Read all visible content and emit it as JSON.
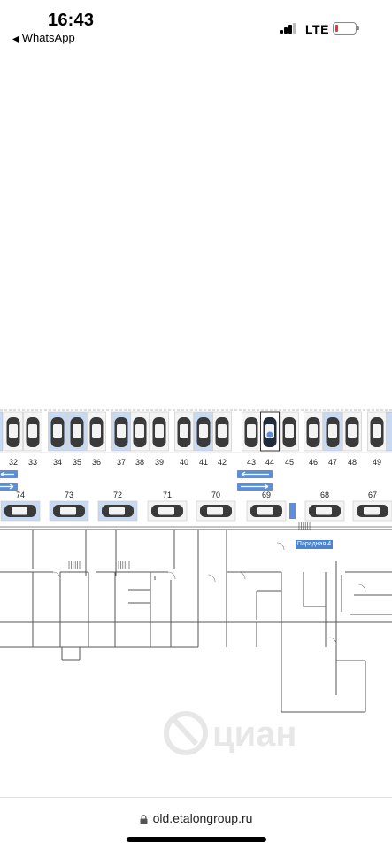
{
  "status_bar": {
    "time": "16:43",
    "back_app": "WhatsApp",
    "network": "LTE",
    "battery_level": 0.1,
    "battery_color": "#e53b2f"
  },
  "parking_plan": {
    "top_row_labels": [
      "32",
      "33",
      "34",
      "35",
      "36",
      "37",
      "38",
      "39",
      "40",
      "41",
      "42",
      "43",
      "44",
      "45",
      "46",
      "47",
      "48",
      "49"
    ],
    "top_row_highlighted": [
      "34",
      "35",
      "37",
      "41",
      "47"
    ],
    "top_row_selected": "44",
    "bottom_row_labels": [
      "74",
      "73",
      "72",
      "71",
      "70",
      "69",
      "68",
      "67"
    ],
    "bottom_row_highlighted": [
      "74",
      "73",
      "72"
    ],
    "entrance_label": "Парадная 4",
    "highlight_color": "#c8daf2",
    "arrow_color": "#5d8fd6"
  },
  "url_bar": {
    "url": "old.etalongroup.ru"
  }
}
